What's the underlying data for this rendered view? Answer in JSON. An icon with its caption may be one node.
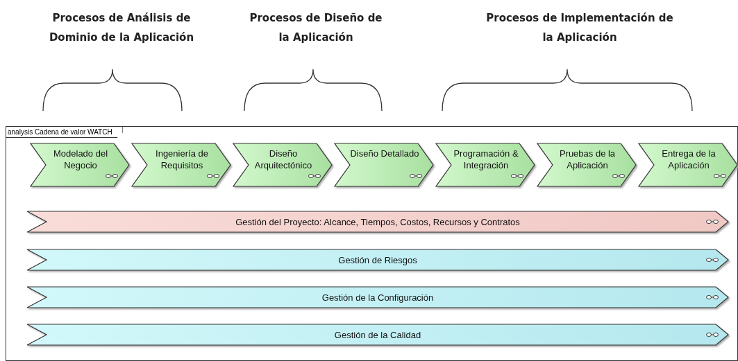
{
  "diagram": {
    "nodes": [
      {
        "text": [
          "analysis Cadena de valor WATCH"
        ]
      },
      {
        "text": [
          "Modelado del Negocio"
        ],
        "in": 0
      },
      {
        "text": [
          "Ingeniería de Requisitos"
        ],
        "in": 0
      },
      {
        "text": [
          "Diseño Arquitectónico"
        ],
        "in": 0
      },
      {
        "text": [
          "Diseño Detallado"
        ],
        "in": 0
      },
      {
        "text": [
          "Programación & Integración"
        ],
        "in": 0
      },
      {
        "text": [
          "Pruebas de la Aplicación"
        ],
        "in": 0
      },
      {
        "text": [
          "Entrega de la Aplicación"
        ],
        "in": 0
      },
      {
        "text": [
          "Gestión del Proyecto: Alcance, Tiempos, Costos, Recursos y Contratos"
        ],
        "in": 0
      },
      {
        "text": [
          "Gestión de Riesgos"
        ],
        "in": 0
      },
      {
        "text": [
          "Gestión de la Configuración"
        ],
        "in": 0
      },
      {
        "text": [
          "Gestión de la Calidad"
        ],
        "in": 0
      }
    ],
    "edges": [],
    "labels": [
      "Procesos de Análisis de Dominio de la Aplicación",
      "Procesos de Diseño de la Aplicación",
      "Procesos de Implementación de la Aplicación"
    ]
  }
}
